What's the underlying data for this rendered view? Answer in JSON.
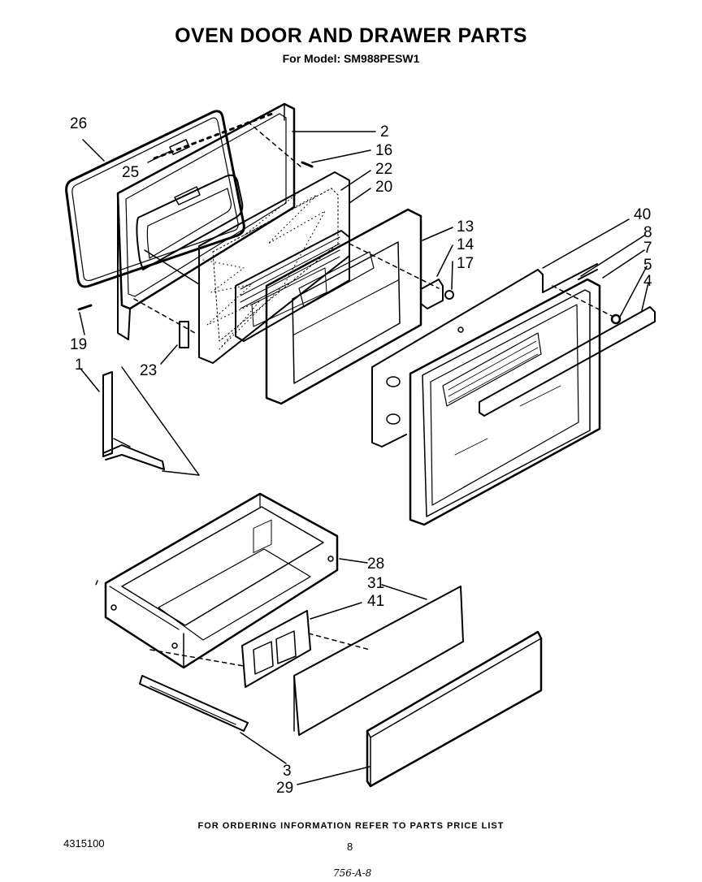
{
  "title": "OVEN DOOR AND DRAWER PARTS",
  "subtitle": "For Model: SM988PESW1",
  "footer_note": "FOR ORDERING INFORMATION REFER TO PARTS PRICE LIST",
  "document_number": "4315100",
  "page_number": "8",
  "handwritten_mark": "756-A-8",
  "callouts": {
    "c1": "1",
    "c2": "2",
    "c3": "3",
    "c4": "4",
    "c5": "5",
    "c7": "7",
    "c8": "8",
    "c13": "13",
    "c14": "14",
    "c16": "16",
    "c17": "17",
    "c19": "19",
    "c20": "20",
    "c22": "22",
    "c23": "23",
    "c25": "25",
    "c26": "26",
    "c28": "28",
    "c29": "29",
    "c31": "31",
    "c40": "40",
    "c41": "41"
  }
}
